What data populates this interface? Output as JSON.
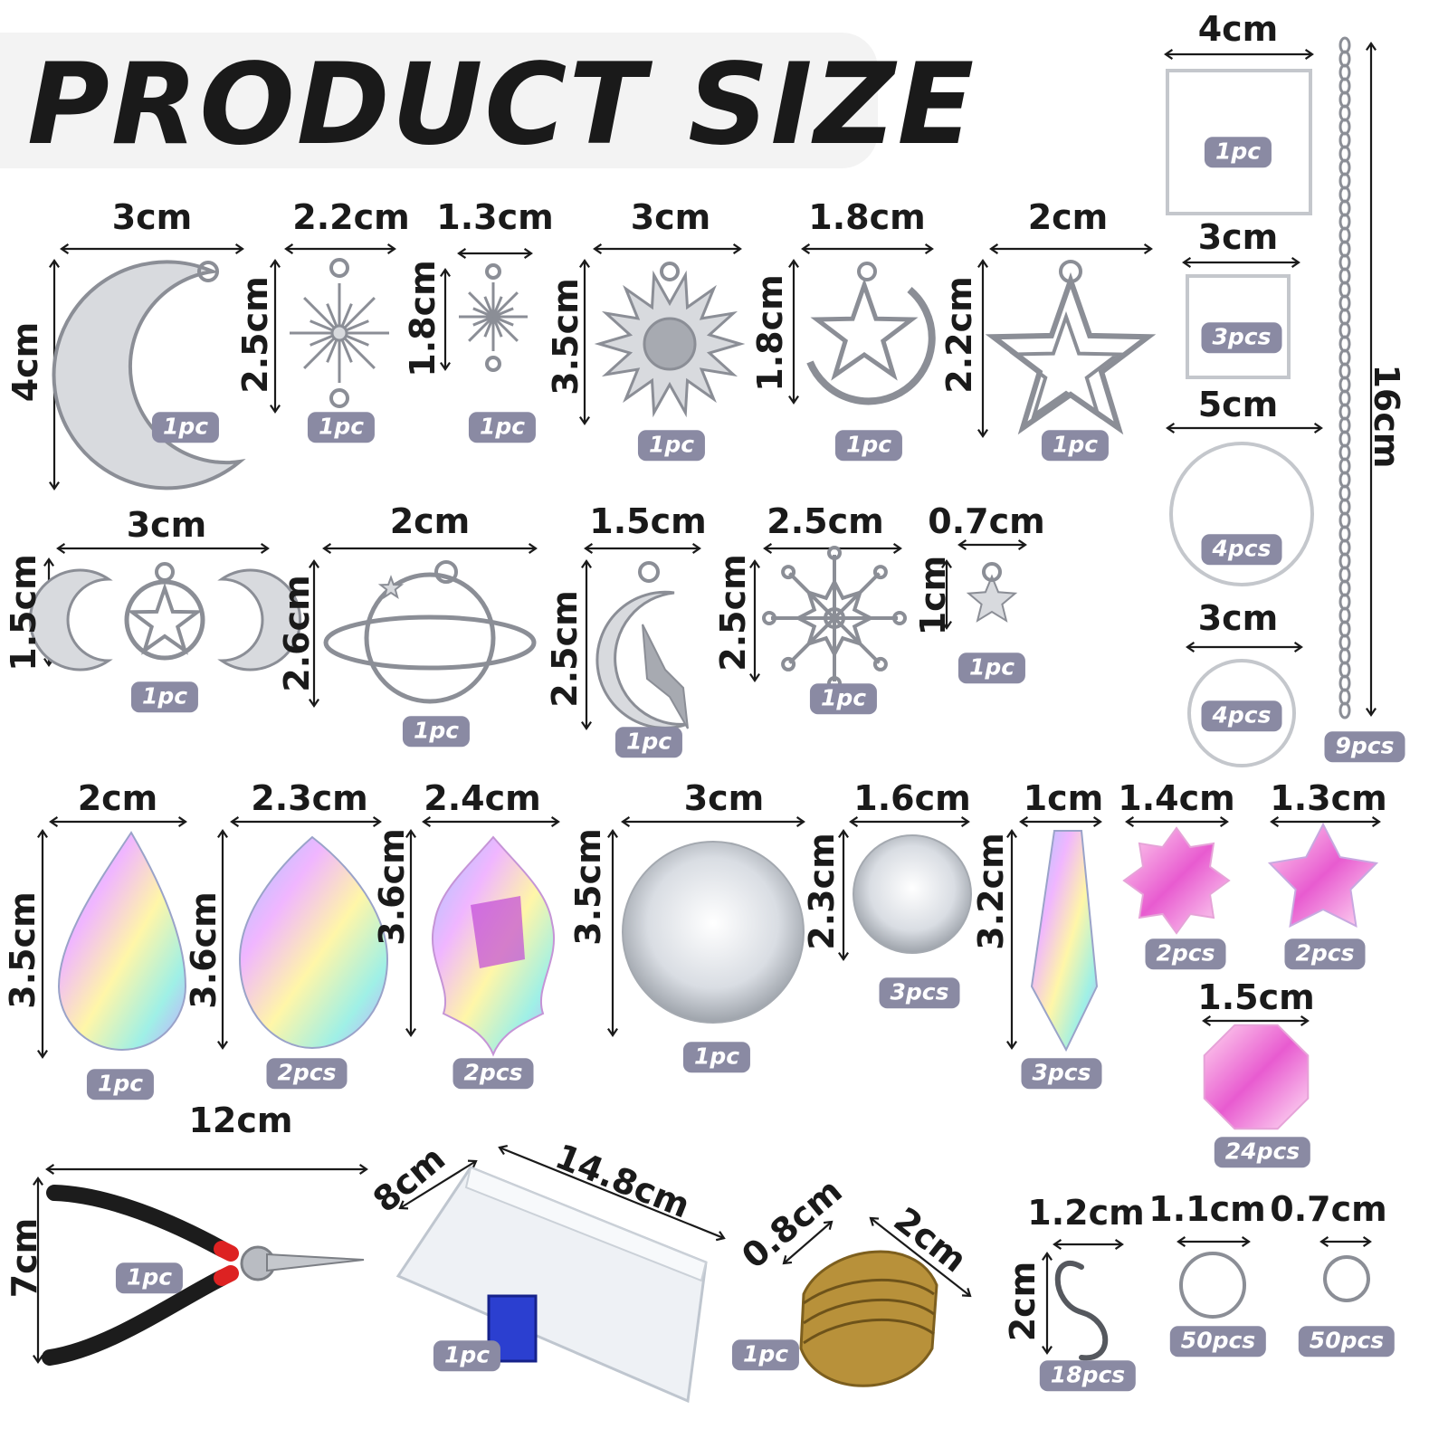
{
  "title": "PRODUCT SIZE",
  "items": [
    {
      "id": "moon-charm",
      "icon": "crescent-moon-icon",
      "w": "3cm",
      "h": "4cm",
      "qty": "1pc"
    },
    {
      "id": "starburst-charm-large",
      "icon": "starburst-icon",
      "w": "2.2cm",
      "h": "2.5cm",
      "qty": "1pc"
    },
    {
      "id": "starburst-charm-small",
      "icon": "starburst-icon",
      "w": "1.3cm",
      "h": "1.8cm",
      "qty": "1pc"
    },
    {
      "id": "sun-charm",
      "icon": "sun-icon",
      "w": "3cm",
      "h": "3.5cm",
      "qty": "1pc"
    },
    {
      "id": "pentagram-moon-charm",
      "icon": "pentagram-moon-icon",
      "w": "1.8cm",
      "h": "1.8cm",
      "qty": "1pc"
    },
    {
      "id": "double-star-charm",
      "icon": "star-outline-icon",
      "w": "2cm",
      "h": "2.2cm",
      "qty": "1pc"
    },
    {
      "id": "square-frame-large",
      "icon": "square-frame-icon",
      "w": "4cm",
      "qty": "1pc"
    },
    {
      "id": "square-frame-small",
      "icon": "square-frame-icon",
      "w": "3cm",
      "qty": "3pcs"
    },
    {
      "id": "ring-frame-large",
      "icon": "ring-icon",
      "w": "5cm",
      "qty": "4pcs"
    },
    {
      "id": "ring-frame-small",
      "icon": "ring-icon",
      "w": "3cm",
      "qty": "4pcs"
    },
    {
      "id": "chain",
      "icon": "chain-icon",
      "h": "16cm",
      "qty": "9pcs"
    },
    {
      "id": "triple-moon-charm",
      "icon": "triple-moon-icon",
      "w": "3cm",
      "h": "1.5cm",
      "qty": "1pc"
    },
    {
      "id": "planet-charm",
      "icon": "planet-icon",
      "w": "2cm",
      "h": "2.6cm",
      "qty": "1pc"
    },
    {
      "id": "fairy-moon-charm",
      "icon": "fairy-moon-icon",
      "w": "1.5cm",
      "h": "2.5cm",
      "qty": "1pc"
    },
    {
      "id": "snowflake-charm",
      "icon": "snowflake-icon",
      "w": "2.5cm",
      "h": "2.5cm",
      "qty": "1pc"
    },
    {
      "id": "mini-star-charm",
      "icon": "star-icon",
      "w": "0.7cm",
      "h": "1cm",
      "qty": "1pc"
    },
    {
      "id": "teardrop-crystal",
      "icon": "teardrop-crystal-icon",
      "w": "2cm",
      "h": "3.5cm",
      "qty": "1pc"
    },
    {
      "id": "leaf-crystal",
      "icon": "leaf-crystal-icon",
      "w": "2.3cm",
      "h": "3.6cm",
      "qty": "2pcs"
    },
    {
      "id": "maple-crystal",
      "icon": "maple-crystal-icon",
      "w": "2.4cm",
      "h": "3.6cm",
      "qty": "2pcs"
    },
    {
      "id": "crystal-ball-large",
      "icon": "crystal-ball-icon",
      "w": "3cm",
      "h": "3.5cm",
      "qty": "1pc"
    },
    {
      "id": "crystal-ball-small",
      "icon": "crystal-ball-icon",
      "w": "1.6cm",
      "h": "2.3cm",
      "qty": "3pcs"
    },
    {
      "id": "icicle-crystal",
      "icon": "icicle-crystal-icon",
      "w": "1cm",
      "h": "3.2cm",
      "qty": "3pcs"
    },
    {
      "id": "flower-bead",
      "icon": "flower-bead-icon",
      "w": "1.4cm",
      "qty": "2pcs"
    },
    {
      "id": "star-bead",
      "icon": "star-bead-icon",
      "w": "1.3cm",
      "qty": "2pcs"
    },
    {
      "id": "octagon-bead",
      "icon": "octagon-bead-icon",
      "w": "1.5cm",
      "qty": "24pcs"
    },
    {
      "id": "pliers",
      "icon": "pliers-icon",
      "w": "12cm",
      "h": "7cm",
      "qty": "1pc"
    },
    {
      "id": "storage-box",
      "icon": "storage-box-icon",
      "w": "14.8cm",
      "h": "8cm",
      "qty": "1pc"
    },
    {
      "id": "jump-ring-tool",
      "icon": "jump-ring-tool-icon",
      "w": "2cm",
      "h": "0.8cm",
      "qty": "1pc"
    },
    {
      "id": "s-hook",
      "icon": "s-hook-icon",
      "w": "1.2cm",
      "h": "2cm",
      "qty": "18pcs"
    },
    {
      "id": "jump-ring-large",
      "icon": "jump-ring-icon",
      "w": "1.1cm",
      "qty": "50pcs"
    },
    {
      "id": "jump-ring-small",
      "icon": "jump-ring-icon",
      "w": "0.7cm",
      "qty": "50pcs"
    }
  ],
  "colors": {
    "badge": "#8a8aa3",
    "label": "#1a1a1a",
    "banner": "#f3f3f3",
    "silver": "#9a9ca3",
    "gold": "#b8913a"
  }
}
